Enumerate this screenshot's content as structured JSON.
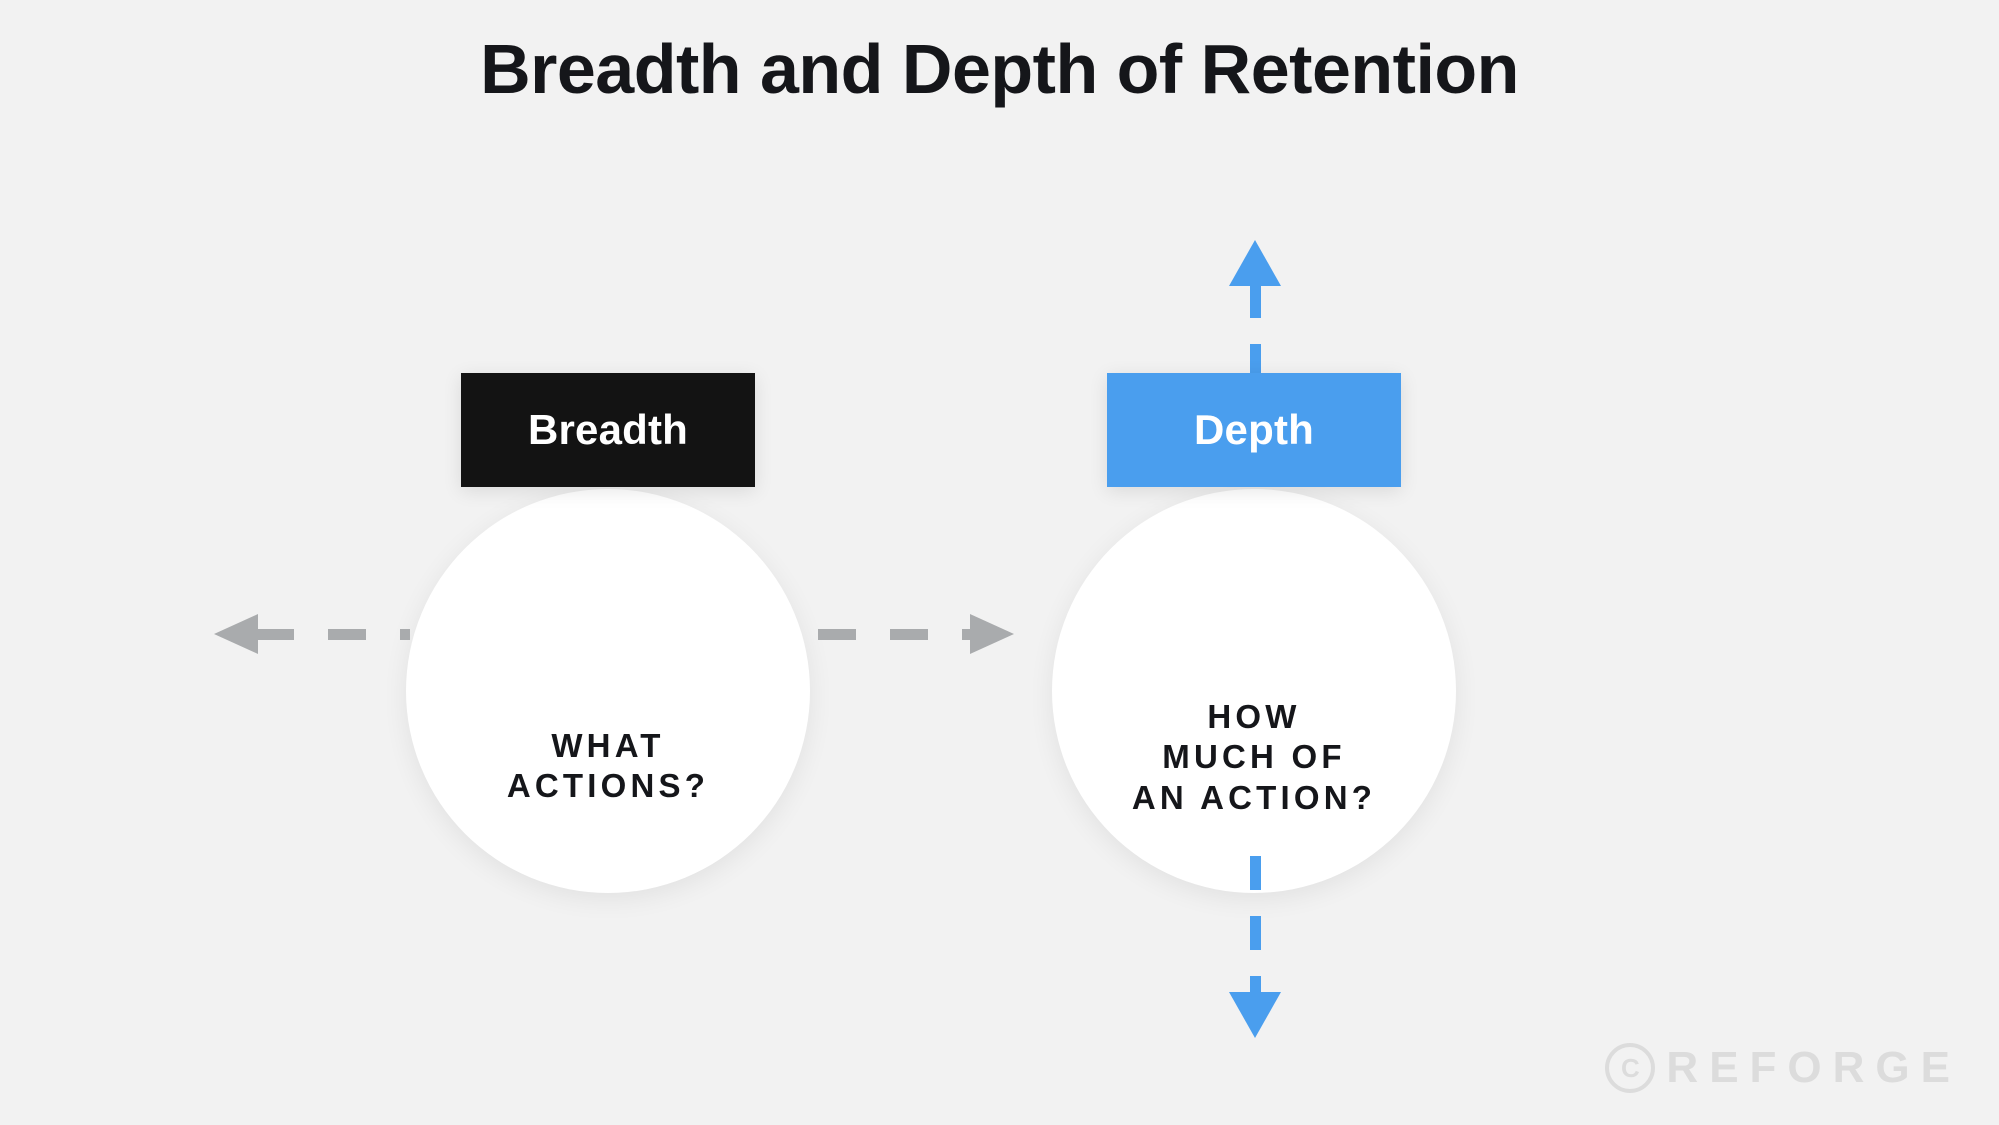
{
  "page": {
    "title": "Breadth and Depth of Retention",
    "background_color": "#F2F2F2"
  },
  "diagram": {
    "type": "concept-diagram",
    "nodes": [
      {
        "id": "breadth",
        "label": "Breadth",
        "label_background": "#131313",
        "label_text_color": "#FFFFFF",
        "question": "WHAT\nACTIONS?",
        "question_line1": "WHAT",
        "question_line2": "ACTIONS?",
        "circle_color": "#FFFFFF",
        "axis": "horizontal"
      },
      {
        "id": "depth",
        "label": "Depth",
        "label_background": "#4A9EEE",
        "label_text_color": "#FFFFFF",
        "question": "HOW\nMUCH OF\nAN ACTION?",
        "question_line1": "HOW",
        "question_line2": "MUCH OF",
        "question_line3": "AN ACTION?",
        "circle_color": "#FFFFFF",
        "axis": "vertical"
      }
    ],
    "arrows": [
      {
        "id": "breadth-left",
        "direction": "left",
        "style": "dashed",
        "color": "#A9ABAD"
      },
      {
        "id": "breadth-right",
        "direction": "right",
        "style": "dashed",
        "color": "#A9ABAD"
      },
      {
        "id": "depth-up",
        "direction": "up",
        "style": "dashed",
        "color": "#4A9EEE"
      },
      {
        "id": "depth-down",
        "direction": "down",
        "style": "dashed",
        "color": "#4A9EEE"
      }
    ]
  },
  "watermark": {
    "copyright_symbol": "copyright-icon",
    "brand": "REFORGE",
    "color": "#DCDCDC"
  }
}
